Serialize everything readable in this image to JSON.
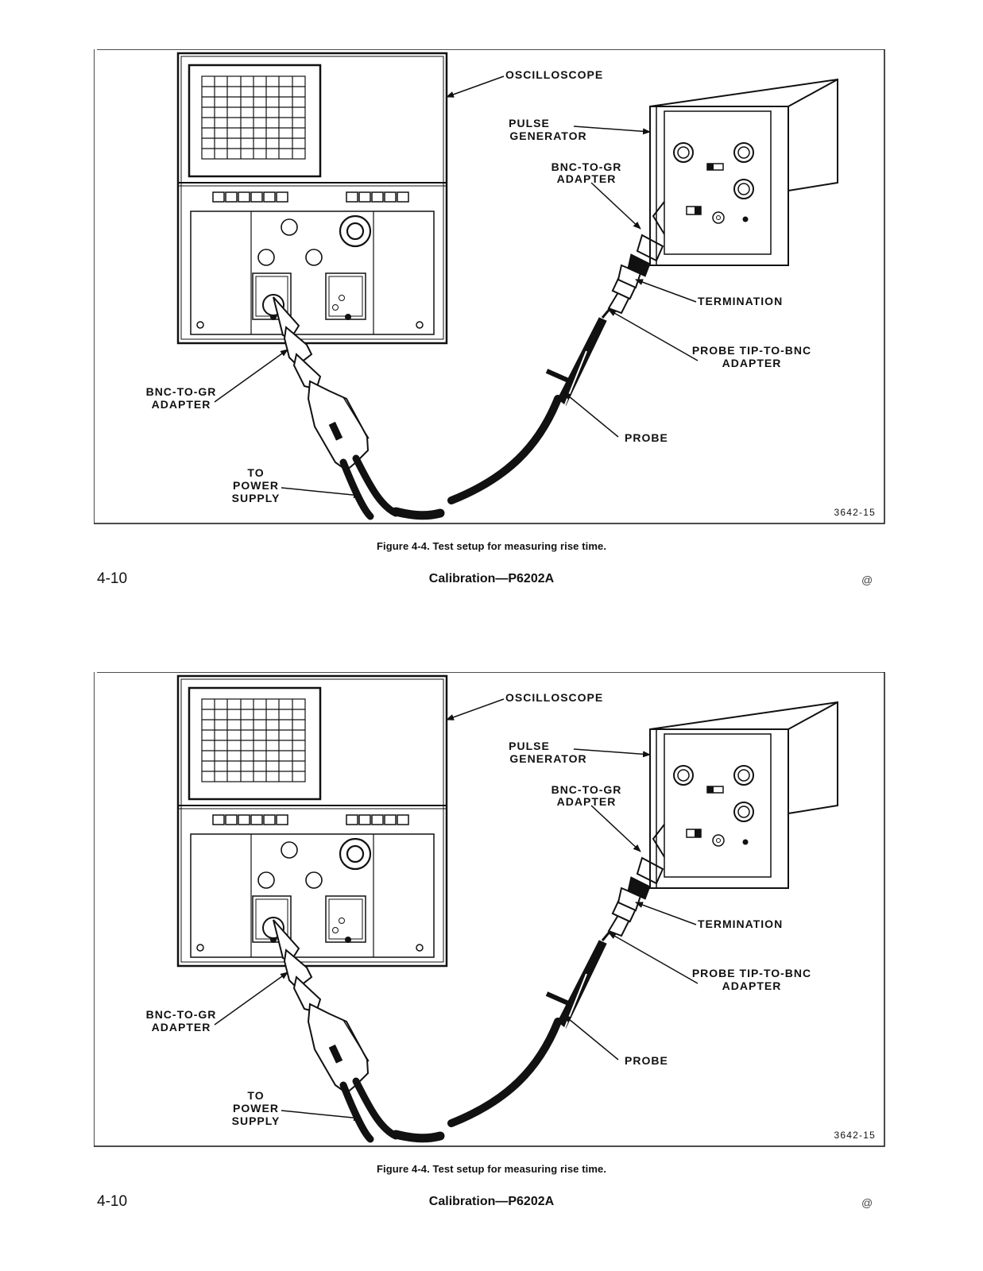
{
  "pages": [
    {
      "figure": {
        "labels": {
          "oscilloscope": "OSCILLOSCOPE",
          "pulse_generator_line1": "PULSE",
          "pulse_generator_line2": "GENERATOR",
          "bnc_gr_top_line1": "BNC-TO-GR",
          "bnc_gr_top_line2": "ADAPTER",
          "termination": "TERMINATION",
          "probe_tip_line1": "PROBE TIP-TO-BNC",
          "probe_tip_line2": "ADAPTER",
          "bnc_gr_left_line1": "BNC-TO-GR",
          "bnc_gr_left_line2": "ADAPTER",
          "probe": "PROBE",
          "power_line1": "TO",
          "power_line2": "POWER",
          "power_line3": "SUPPLY"
        },
        "figure_number": "3642-15"
      },
      "caption": "Figure 4-4. Test setup for measuring rise time.",
      "page_number": "4-10",
      "running_title": "Calibration—P6202A",
      "mark": "@"
    },
    {
      "figure": {
        "labels": {
          "oscilloscope": "OSCILLOSCOPE",
          "pulse_generator_line1": "PULSE",
          "pulse_generator_line2": "GENERATOR",
          "bnc_gr_top_line1": "BNC-TO-GR",
          "bnc_gr_top_line2": "ADAPTER",
          "termination": "TERMINATION",
          "probe_tip_line1": "PROBE TIP-TO-BNC",
          "probe_tip_line2": "ADAPTER",
          "bnc_gr_left_line1": "BNC-TO-GR",
          "bnc_gr_left_line2": "ADAPTER",
          "probe": "PROBE",
          "power_line1": "TO",
          "power_line2": "POWER",
          "power_line3": "SUPPLY"
        },
        "figure_number": "3642-15"
      },
      "caption": "Figure 4-4. Test setup for measuring rise time.",
      "page_number": "4-10",
      "running_title": "Calibration—P6202A",
      "mark": "@"
    }
  ]
}
